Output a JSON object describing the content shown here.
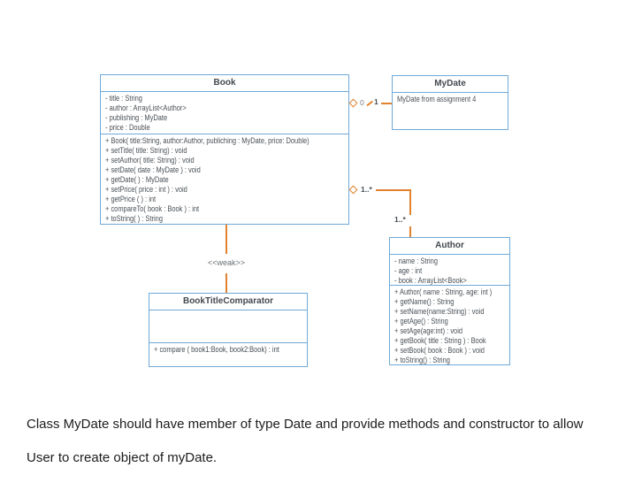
{
  "diagram": {
    "classes": {
      "book": {
        "title": "Book",
        "attributes": [
          "- title : String",
          "- author : ArrayList<Author>",
          "- publishing : MyDate",
          "- price : Double"
        ],
        "methods": [
          "+ Book( title:String, author:Author, publiching : MyDate, price: Double)",
          "+ setTitle( title: String) : void",
          "+ setAuthor( title: String) : void",
          "+ setDate( date : MyDate ) : void",
          "+ getDate( ) : MyDate",
          "+ setPrice( price : int ) : void",
          "+ getPrice ( ) : int",
          "+ compareTo( book : Book ) : int",
          "+ toString( ) : String"
        ]
      },
      "mydate": {
        "title": "MyDate",
        "attributes": [
          "MyDate from assignment 4"
        ],
        "methods": []
      },
      "author": {
        "title": "Author",
        "attributes": [
          "- name : String",
          "- age : int",
          "- book : ArrayList<Book>"
        ],
        "methods": [
          "+ Author( name : String, age: int )",
          "+ getName() : String",
          "+ setName(name:String) : void",
          "+ getAge() : String",
          "+ setAge(age:int) : void",
          "+ getBook( title : String ) : Book",
          "+ setBook( book : Book ) : void",
          "+ toString() : String"
        ]
      },
      "comparator": {
        "title": "BookTitleComparator",
        "attributes": [],
        "methods": [
          "+ compare ( book1:Book, book2:Book) : int"
        ]
      }
    },
    "relations": {
      "book_mydate": {
        "source_mult": "0",
        "target_mult": "1"
      },
      "book_author": {
        "source_mult": "1..*",
        "target_mult": "1..*"
      },
      "book_comparator": {
        "stereotype": "<<weak>>"
      }
    },
    "colors": {
      "box_border": "#6fa9d8",
      "connector": "#e2822e",
      "member_text": "#4a5056"
    }
  },
  "caption": {
    "line1": "Class MyDate should have member of type Date and provide methods and constructor to allow",
    "line2": "User to create object of myDate."
  }
}
